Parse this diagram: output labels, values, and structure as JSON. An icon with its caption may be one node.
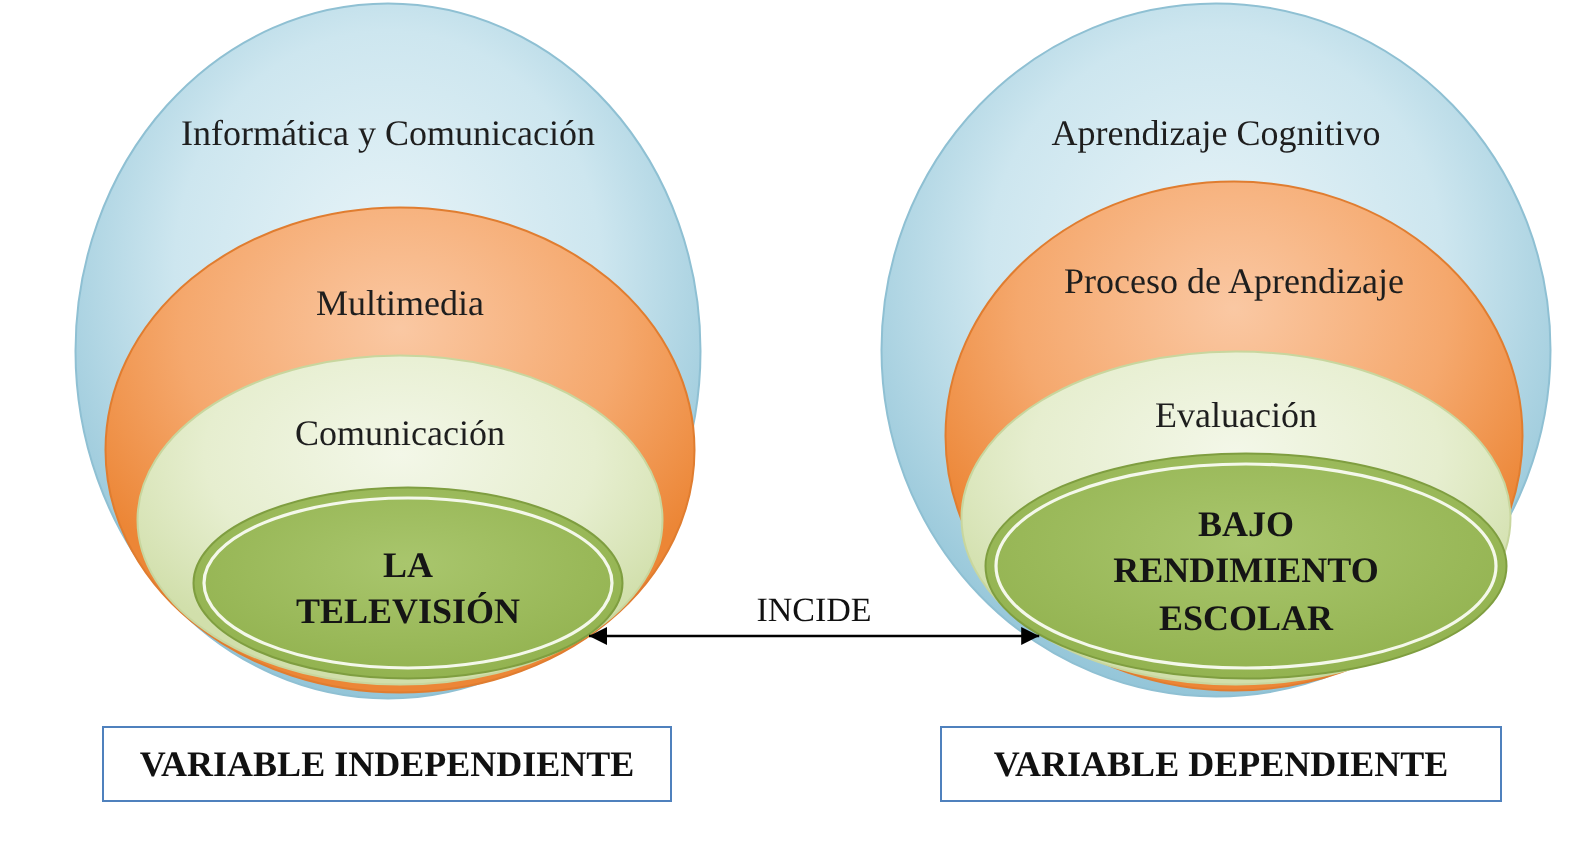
{
  "diagram": {
    "nodes": [
      {
        "text": [
          "Informática y Comunicación"
        ]
      },
      {
        "text": [
          "Multimedia"
        ],
        "in": 0
      },
      {
        "text": [
          "Comunicación"
        ],
        "in": 1
      },
      {
        "text": [
          "LA TELEVISIÓN"
        ],
        "in": 2
      },
      {
        "text": [
          "Aprendizaje Cognitivo"
        ]
      },
      {
        "text": [
          "Proceso de Aprendizaje"
        ],
        "in": 4
      },
      {
        "text": [
          "Evaluación"
        ],
        "in": 5
      },
      {
        "text": [
          "BAJO RENDIMIENTO ESCOLAR"
        ],
        "in": 6
      },
      {
        "text": [
          "VARIABLE INDEPENDIENTE"
        ]
      },
      {
        "text": [
          "VARIABLE DEPENDIENTE"
        ]
      }
    ],
    "edges": [
      {
        "from": 3,
        "to": 7,
        "arrow": "both",
        "label": "INCIDE"
      }
    ]
  }
}
